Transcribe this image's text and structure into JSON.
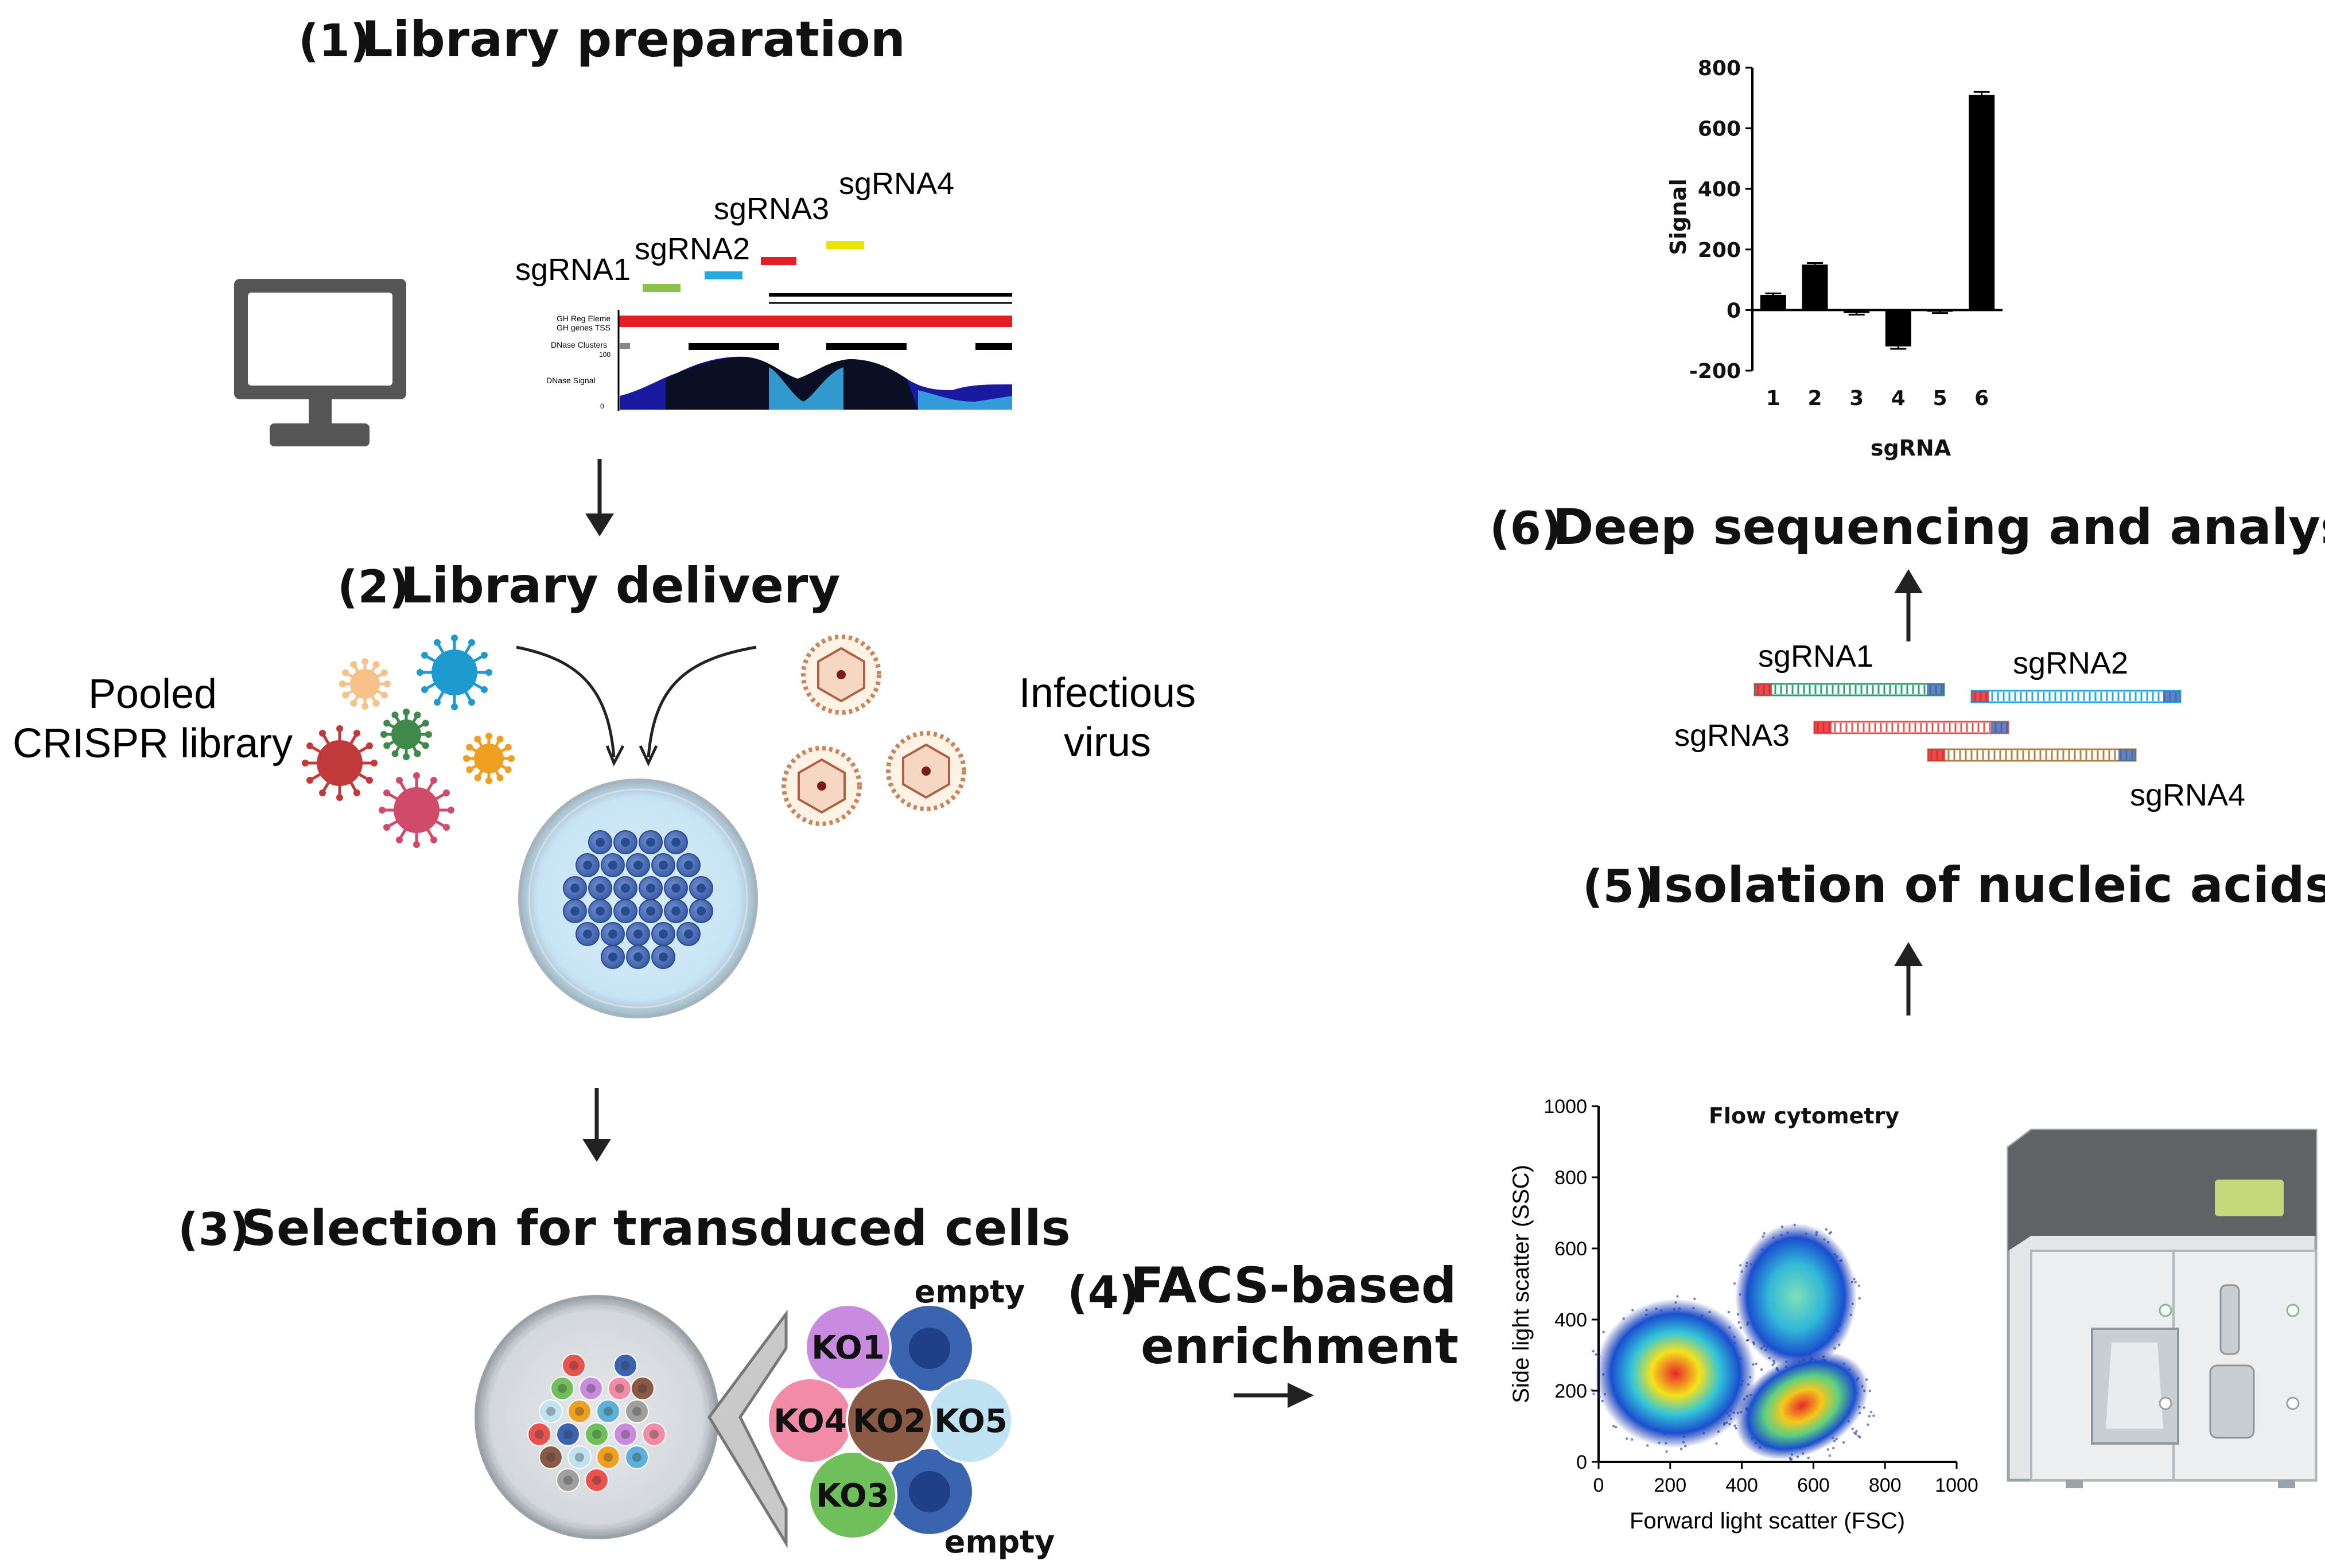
{
  "steps": {
    "s1_num": "(1)",
    "s1_title": "Library preparation",
    "s2_num": "(2)",
    "s2_title": "Library delivery",
    "s3_num": "(3)",
    "s3_title": "Selection for transduced cells",
    "s4_num": "(4)",
    "s4_title_line1": "FACS-based",
    "s4_title_line2": "enrichment",
    "s5_num": "(5)",
    "s5_title": "Isolation of nucleic acids",
    "s6_num": "(6)",
    "s6_title": "Deep sequencing and analysis"
  },
  "genome_browser": {
    "guides": [
      "sgRNA1",
      "sgRNA2",
      "sgRNA3",
      "sgRNA4"
    ],
    "guide_colors": [
      "#8bc34a",
      "#29a8e0",
      "#e31e24",
      "#e6e600"
    ],
    "track_labels": [
      "GH Reg Eleme",
      "GH genes TSS",
      "DNase Clusters",
      "100",
      "DNase Signal",
      "0"
    ]
  },
  "delivery": {
    "pooled_line1": "Pooled",
    "pooled_line2": "CRISPR library",
    "virus_line1": "Infectious",
    "virus_line2": "virus"
  },
  "knockouts": {
    "ko1": "KO1",
    "ko2": "KO2",
    "ko3": "KO3",
    "ko4": "KO4",
    "ko5": "KO5",
    "empty_top": "empty",
    "empty_bottom": "empty",
    "colors": {
      "ko1": "#c98be0",
      "ko2": "#8a5a44",
      "ko3": "#6fc05a",
      "ko4": "#f28ba8",
      "ko5": "#bfe3f2",
      "empty": "#3a63b0"
    }
  },
  "sequencing": {
    "reads": [
      "sgRNA1",
      "sgRNA2",
      "sgRNA3",
      "sgRNA4"
    ]
  },
  "flow": {
    "title": "Flow cytometry",
    "xlabel": "Forward light scatter (FSC)",
    "ylabel": "Side light scatter (SSC)",
    "xticks": [
      "0",
      "200",
      "400",
      "600",
      "800",
      "1000"
    ],
    "yticks": [
      "0",
      "200",
      "400",
      "600",
      "800",
      "1000"
    ]
  },
  "chart_data": {
    "type": "bar",
    "categories": [
      "1",
      "2",
      "3",
      "4",
      "5",
      "6"
    ],
    "values": [
      50,
      150,
      -10,
      -120,
      -5,
      710
    ],
    "errors": [
      5,
      5,
      5,
      8,
      5,
      10
    ],
    "xlabel": "sgRNA",
    "ylabel": "Signal",
    "ylim": [
      -200,
      800
    ],
    "yticks": [
      -200,
      0,
      200,
      400,
      600,
      800
    ],
    "ytick_labels": [
      "-200",
      "0",
      "200",
      "400",
      "600",
      "800"
    ],
    "bar_color": "#000000"
  }
}
